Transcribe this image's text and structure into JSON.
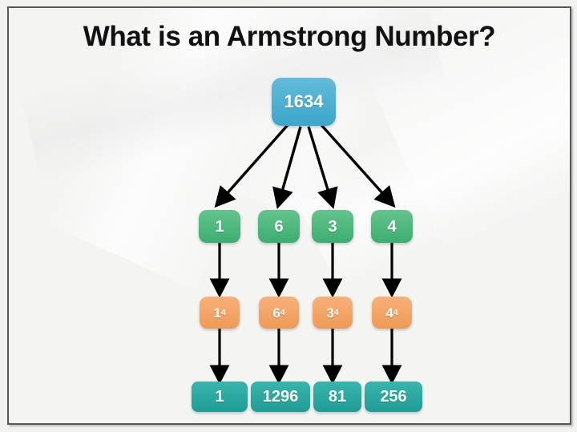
{
  "slide": {
    "title": "What is an Armstrong Number?",
    "background_color": "#f4f4f3",
    "frame_color": "#575757"
  },
  "colors": {
    "root": "#3ba6cb",
    "digit": "#3cae6f",
    "power": "#ee9a56",
    "result": "#1f9c94",
    "arrow": "#000000",
    "title_text": "#111111",
    "node_text": "#ffffff"
  },
  "diagram": {
    "type": "tree",
    "root": {
      "label": "1634",
      "value": 1634
    },
    "levels": [
      {
        "name": "digits",
        "color": "#3cae6f"
      },
      {
        "name": "powers",
        "color": "#ee9a56"
      },
      {
        "name": "results",
        "color": "#1f9c94"
      }
    ],
    "columns": [
      {
        "digit": "1",
        "power_base": "1",
        "power_exponent": "4",
        "power_label": "1⁴",
        "result": "1"
      },
      {
        "digit": "6",
        "power_base": "6",
        "power_exponent": "4",
        "power_label": "6⁴",
        "result": "1296"
      },
      {
        "digit": "3",
        "power_base": "3",
        "power_exponent": "4",
        "power_label": "3⁴",
        "result": "81"
      },
      {
        "digit": "4",
        "power_base": "4",
        "power_exponent": "4",
        "power_label": "4⁴",
        "result": "256"
      }
    ]
  }
}
